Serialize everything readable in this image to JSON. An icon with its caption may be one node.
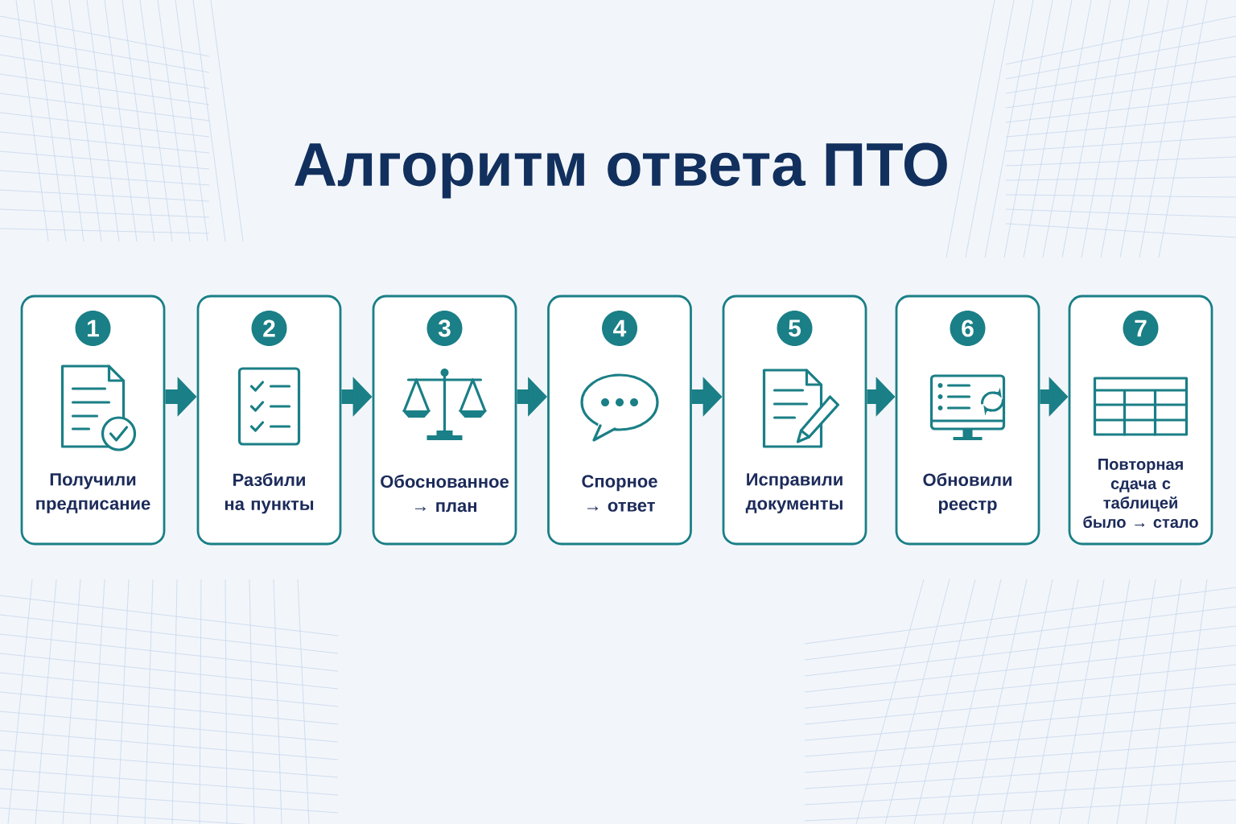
{
  "diagram": {
    "title": "Алгоритм ответа ПТО",
    "nodes": [
      {
        "text": [
          "1",
          "Получили предписание"
        ]
      },
      {
        "text": [
          "2",
          "Разбили на пункты"
        ]
      },
      {
        "text": [
          "3",
          "Обоснованное → план"
        ]
      },
      {
        "text": [
          "4",
          "Спорное → ответ"
        ]
      },
      {
        "text": [
          "5",
          "Исправили документы"
        ]
      },
      {
        "text": [
          "6",
          "Обновили реестр"
        ]
      },
      {
        "text": [
          "7",
          "Повторная сдача с таблицей было → стало"
        ]
      }
    ],
    "edges": [
      {
        "from": 0,
        "to": 1,
        "arrow": "to"
      },
      {
        "from": 1,
        "to": 2,
        "arrow": "to"
      },
      {
        "from": 2,
        "to": 3,
        "arrow": "to"
      },
      {
        "from": 3,
        "to": 4,
        "arrow": "to"
      },
      {
        "from": 4,
        "to": 5,
        "arrow": "to"
      },
      {
        "from": 5,
        "to": 6,
        "arrow": "to"
      }
    ]
  }
}
